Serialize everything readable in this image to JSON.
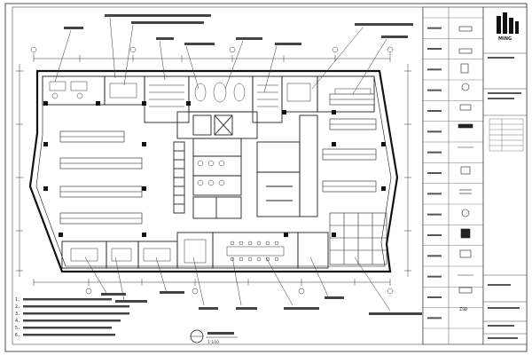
{
  "drawing": {
    "scale_caption": "1:100"
  },
  "title_block": {
    "logo": {
      "lettering": "MING"
    }
  },
  "notes": {
    "items": [
      "1.",
      "2.",
      "3.",
      "4.",
      "5.",
      "6."
    ]
  },
  "legend": {
    "row_count": 15,
    "last_symbol_text": "ZSD"
  }
}
